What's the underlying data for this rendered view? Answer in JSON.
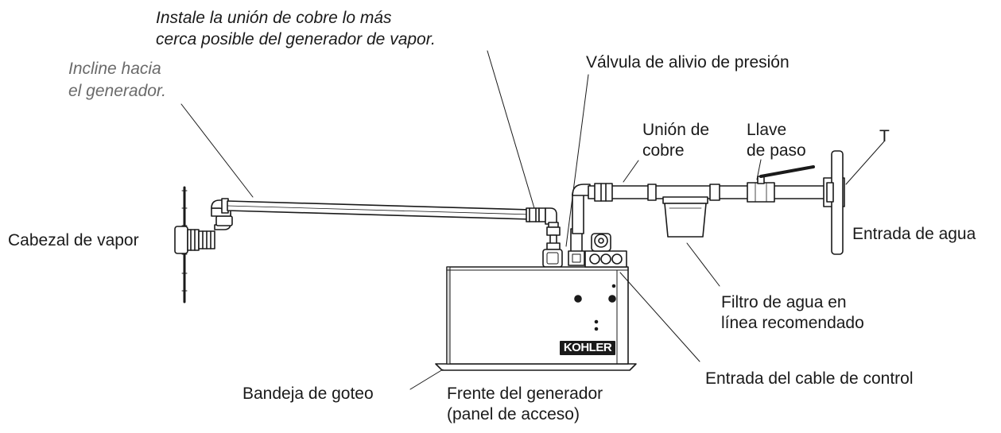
{
  "labels": {
    "install_union_line1": "Instale la unión de cobre lo más",
    "install_union_line2": "cerca posible del generador de vapor.",
    "incline_line1": "Incline hacia",
    "incline_line2": "el generador.",
    "relief_valve": "Válvula de alivio de presión",
    "copper_union_line1": "Unión de",
    "copper_union_line2": "cobre",
    "shutoff_valve_line1": "Llave",
    "shutoff_valve_line2": "de paso",
    "tee": "T",
    "steam_head": "Cabezal de vapor",
    "water_inlet": "Entrada de agua",
    "water_filter_line1": "Filtro de agua en",
    "water_filter_line2": "línea recomendado",
    "control_cable_entry": "Entrada del cable de control",
    "drip_tray": "Bandeja de goteo",
    "generator_front_line1": "Frente del generador",
    "generator_front_line2": "(panel de acceso)"
  },
  "logo_text": "KOHLER",
  "colors": {
    "line": "#1a1a1a",
    "text": "#1a1a1a",
    "italic_grey": "#6a6a6a",
    "fill": "#ffffff",
    "shade": "#d9d9d9"
  }
}
